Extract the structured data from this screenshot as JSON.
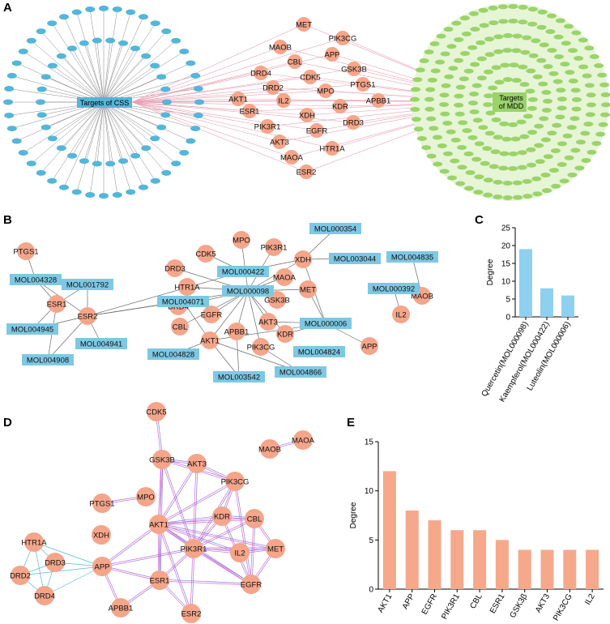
{
  "panels": {
    "a": "A",
    "b": "B",
    "c": "C",
    "d": "D",
    "e": "E"
  },
  "colors": {
    "salmon": "#f4a58a",
    "blue": "#7ec8e3",
    "blue_node": "#54b6d8",
    "green": "#9bd36a",
    "pink_edge": "#e8a0b4",
    "gray_edge": "#888888",
    "bar_blue": "#8fd0ef",
    "bar_orange": "#f5a98a"
  },
  "panel_a": {
    "css_label": "Targets of CSS",
    "mdd_label": "Targets of MDD",
    "common_targets": [
      "MET",
      "PIK3CG",
      "MAOB",
      "APP",
      "CBL",
      "GSK3B",
      "DRD4",
      "CDK5",
      "DRD2",
      "MPO",
      "PTGS1",
      "AKT1",
      "IL2",
      "KDR",
      "APBB1",
      "ESR1",
      "XDH",
      "DRD3",
      "PIK3R1",
      "EGFR",
      "AKT3",
      "HTR1A",
      "MAOA",
      "ESR2"
    ]
  },
  "panel_b": {
    "targets": [
      "PTGS1",
      "ESR1",
      "ESR2",
      "DRD3",
      "HTR1A",
      "DRD4",
      "CBL",
      "CDK5",
      "MPO",
      "PIK3R1",
      "XDH",
      "MAOA",
      "MET",
      "GSK3B",
      "AKT3",
      "EGFR",
      "APBB1",
      "AKT1",
      "KDR",
      "PIK3CG",
      "APP",
      "IL2",
      "MAOB"
    ],
    "molecules": [
      "MOL004328",
      "MOL001792",
      "MOL004945",
      "MOL004941",
      "MOL004908",
      "MOL004071",
      "MOL000422",
      "MOL000098",
      "MOL000354",
      "MOL003044",
      "MOL004835",
      "MOL000392",
      "MOL000006",
      "MOL004824",
      "MOL004828",
      "MOL003542",
      "MOL004866"
    ]
  },
  "panel_d": {
    "nodes": [
      "CDK5",
      "MAOB",
      "MAOA",
      "GSK3B",
      "AKT3",
      "PIK3CG",
      "PTGS1",
      "MPO",
      "AKT1",
      "KDR",
      "CBL",
      "XDH",
      "HTR1A",
      "DRD3",
      "APP",
      "PIK3R1",
      "IL2",
      "MET",
      "DRD2",
      "DRD4",
      "ESR1",
      "EGFR",
      "APBB1",
      "ESR2"
    ]
  },
  "chart_data": [
    {
      "type": "bar",
      "categories": [
        "Quercetin(MOL000098)",
        "Kaempferol(MOL000422)",
        "Luteolin(MOL000006)"
      ],
      "values": [
        19,
        8,
        6
      ],
      "ylabel": "Degree",
      "ylim": [
        0,
        25
      ],
      "yticks": [
        0,
        5,
        10,
        15,
        20,
        25
      ],
      "color": "#8fd0ef"
    },
    {
      "type": "bar",
      "categories": [
        "AKT1",
        "APP",
        "EGFR",
        "PIK3R1",
        "CBL",
        "ESR1",
        "GSK3β",
        "AKT3",
        "PIK3CG",
        "IL2"
      ],
      "values": [
        12,
        8,
        7,
        6,
        6,
        5,
        4,
        4,
        4,
        4
      ],
      "ylabel": "Degree",
      "ylim": [
        0,
        15
      ],
      "yticks": [
        0,
        5,
        10,
        15
      ],
      "color": "#f5a98a"
    }
  ]
}
